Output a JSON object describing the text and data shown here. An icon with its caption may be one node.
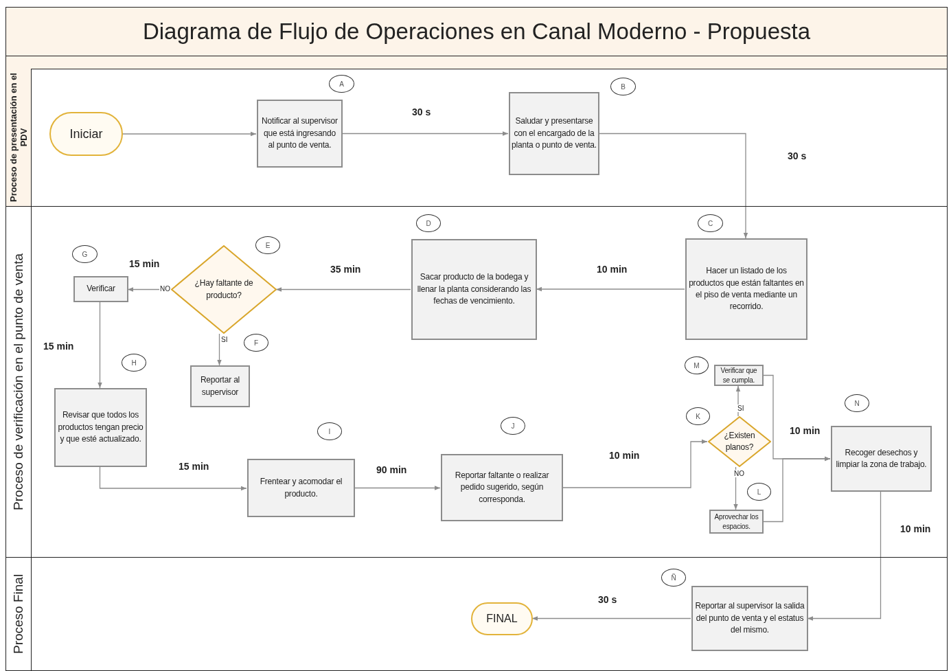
{
  "diagram": {
    "title": "Diagrama de Flujo de Operaciones en Canal Moderno - Propuesta",
    "nodes": [
      {
        "text": [
          "Proceso de presentación en el PDV"
        ]
      },
      {
        "text": [
          "Proceso de verificación en el punto de venta"
        ]
      },
      {
        "text": [
          "Proceso Final"
        ]
      },
      {
        "text": [
          "Iniciar"
        ],
        "in": 0
      },
      {
        "text": [
          "Notificar al supervisor que está ingresando al punto de venta."
        ],
        "in": 0
      },
      {
        "text": [
          "A"
        ],
        "in": 0
      },
      {
        "text": [
          "Saludar y presentarse con el encargado de la planta o punto de venta."
        ],
        "in": 0
      },
      {
        "text": [
          "B"
        ],
        "in": 0
      },
      {
        "text": [
          "Hacer un listado de los productos que están faltantes en el piso de venta mediante un recorrido."
        ],
        "in": 1
      },
      {
        "text": [
          "C"
        ],
        "in": 1
      },
      {
        "text": [
          "Sacar producto de la bodega y llenar la planta considerando las fechas de vencimiento."
        ],
        "in": 1
      },
      {
        "text": [
          "D"
        ],
        "in": 1
      },
      {
        "text": [
          "¿Hay faltante de producto?"
        ],
        "in": 1
      },
      {
        "text": [
          "E"
        ],
        "in": 1
      },
      {
        "text": [
          "Verificar"
        ],
        "in": 1
      },
      {
        "text": [
          "G"
        ],
        "in": 1
      },
      {
        "text": [
          "Reportar al supervisor"
        ],
        "in": 1
      },
      {
        "text": [
          "F"
        ],
        "in": 1
      },
      {
        "text": [
          "Revisar que todos los productos tengan precio y que esté actualizado."
        ],
        "in": 1
      },
      {
        "text": [
          "H"
        ],
        "in": 1
      },
      {
        "text": [
          "Frentear y acomodar el producto."
        ],
        "in": 1
      },
      {
        "text": [
          "I"
        ],
        "in": 1
      },
      {
        "text": [
          "Reportar faltante o realizar pedido sugerido, según corresponda."
        ],
        "in": 1
      },
      {
        "text": [
          "J"
        ],
        "in": 1
      },
      {
        "text": [
          "¿Existen planos?"
        ],
        "in": 1
      },
      {
        "text": [
          "K"
        ],
        "in": 1
      },
      {
        "text": [
          "Verificar que se cumpla."
        ],
        "in": 1
      },
      {
        "text": [
          "M"
        ],
        "in": 1
      },
      {
        "text": [
          "Aprovechar los espacios."
        ],
        "in": 1
      },
      {
        "text": [
          "L"
        ],
        "in": 1
      },
      {
        "text": [
          "Recoger desechos y limpiar la zona de trabajo."
        ],
        "in": 1
      },
      {
        "text": [
          "N"
        ],
        "in": 1
      },
      {
        "text": [
          "Reportar al supervisor la salida del punto de venta y el estatus del mismo."
        ],
        "in": 2
      },
      {
        "text": [
          "Ñ"
        ],
        "in": 2
      },
      {
        "text": [
          "FINAL"
        ],
        "in": 2
      }
    ],
    "edges": [
      {
        "from": 3,
        "to": 4,
        "arrow": "to"
      },
      {
        "from": 4,
        "to": 6,
        "arrow": "to"
      },
      {
        "from": 6,
        "to": 8,
        "arrow": "to"
      },
      {
        "from": 8,
        "to": 10,
        "arrow": "to"
      },
      {
        "from": 10,
        "to": 12,
        "arrow": "to"
      },
      {
        "from": 12,
        "to": 14,
        "arrow": "to",
        "label": "NO"
      },
      {
        "from": 12,
        "to": 16,
        "arrow": "to",
        "label": "SI"
      },
      {
        "from": 14,
        "to": 18,
        "arrow": "to"
      },
      {
        "from": 18,
        "to": 20,
        "arrow": "to"
      },
      {
        "from": 20,
        "to": 22,
        "arrow": "to"
      },
      {
        "from": 22,
        "to": 24,
        "arrow": "to"
      },
      {
        "from": 24,
        "to": 26,
        "arrow": "to",
        "label": "SI"
      },
      {
        "from": 24,
        "to": 28,
        "arrow": "to",
        "label": "NO"
      },
      {
        "from": 26,
        "to": 30,
        "arrow": "to"
      },
      {
        "from": 28,
        "to": 30,
        "arrow": "to"
      },
      {
        "from": 30,
        "to": 32,
        "arrow": "to"
      },
      {
        "from": 32,
        "to": 34,
        "arrow": "to"
      }
    ],
    "labels": [
      "30 s",
      "30 s",
      "15 min",
      "35 min",
      "10 min",
      "15 min",
      "10 min",
      "10 min",
      "15 min",
      "90 min",
      "10 min",
      "30 s"
    ]
  }
}
